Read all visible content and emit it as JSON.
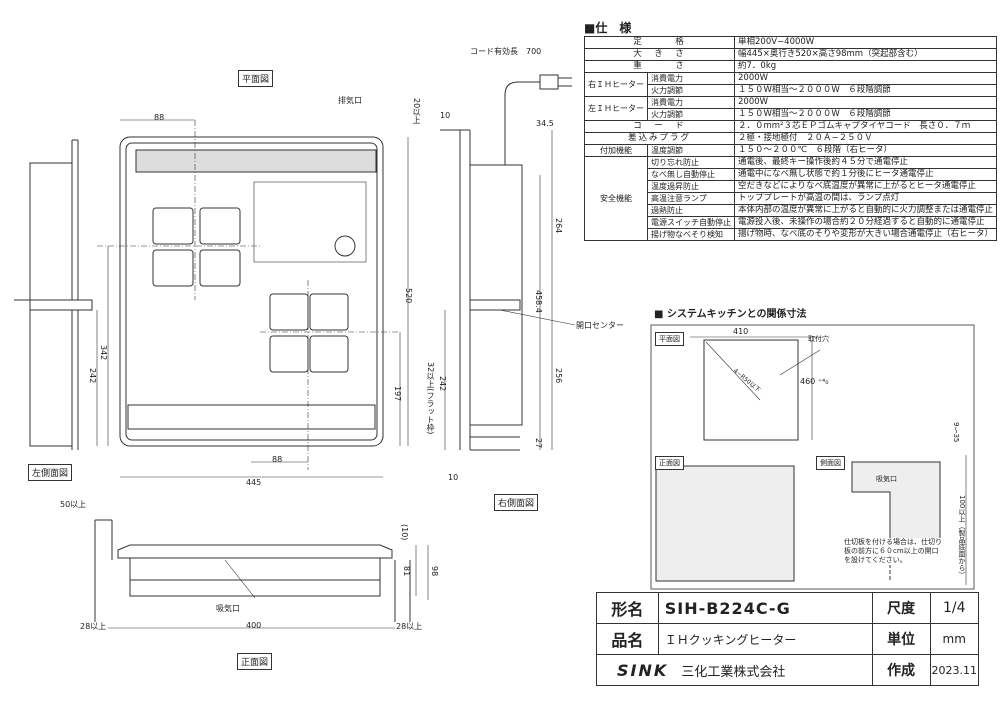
{
  "views": {
    "plan": "平面図",
    "left_side": "左側面図",
    "right_side": "右側面図",
    "front": "正面図"
  },
  "labels": {
    "exhaust": "排気口",
    "intake": "吸気口",
    "cord_length": "コード有効長　700",
    "opening_center": "開口センター",
    "flat_frame": "32以上(フラット枠)"
  },
  "dimensions": {
    "plan_88_top": "88",
    "plan_88_bottom": "88",
    "plan_445": "445",
    "plan_520": "520",
    "plan_342": "342",
    "plan_242": "242",
    "plan_197": "197",
    "right_20up": "20以上",
    "right_10_top": "10",
    "right_34_5": "34.5",
    "right_264": "264",
    "right_458_4": "458.4",
    "right_256": "256",
    "right_27": "27",
    "right_242": "242",
    "right_10_bottom": "10",
    "front_50up": "50以上",
    "front_10": "(10)",
    "front_81": "81",
    "front_98": "98",
    "front_28up_left": "28以上",
    "front_28up_right": "28以上",
    "front_400": "400"
  },
  "spec": {
    "heading": "■仕　様",
    "rows": [
      {
        "key": "定　　　格",
        "val": "単相200V−4000W"
      },
      {
        "key": "大　き　さ",
        "val": "幅445×奥行き520×高さ98mm（突起部含む）"
      },
      {
        "key": "重　　　さ",
        "val": "約7．0kg"
      }
    ],
    "right_ih": {
      "label": "右ＩＨヒーター",
      "p_label": "消費電力",
      "p_val": "2000W",
      "c_label": "火力調節",
      "c_val": "１５０W相当〜２０００W　６段階調節"
    },
    "left_ih": {
      "label": "左ＩＨヒーター",
      "p_label": "消費電力",
      "p_val": "2000W",
      "c_label": "火力調節",
      "c_val": "１５０W相当〜２０００W　６段階調節"
    },
    "cord": {
      "key": "コ　ー　ド",
      "val": "２．０mm²３芯ＥＰゴムキャブタイヤコード　長さ０．７ｍ"
    },
    "plug": {
      "key": "差込みプラグ",
      "val": "２極・接地極付　２０Ａ−２５０Ｖ"
    },
    "extra": {
      "group": "付加機能",
      "key": "温度調節",
      "val": "１５０〜２００℃　６段階（右ヒータ）"
    },
    "safety_group": "安全機能",
    "safety": [
      {
        "key": "切り忘れ防止",
        "val": "通電後、最終キー操作後約４５分で通電停止"
      },
      {
        "key": "なべ無し自動停止",
        "val": "通電中になべ無し状態で約１分後にヒータ通電停止"
      },
      {
        "key": "温度過昇防止",
        "val": "空だきなどによりなべ底温度が異常に上がるとヒータ通電停止"
      },
      {
        "key": "高温注意ランプ",
        "val": "トッププレートが高温の間は、ランプ点灯"
      },
      {
        "key": "過熱防止",
        "val": "本体内部の温度が異常に上がると自動的に火力調整または通電停止"
      },
      {
        "key": "電源スイッチ自動停止",
        "val": "電源投入後、未操作の場合約２０分経過すると自動的に通電停止"
      },
      {
        "key": "揚げ物なべそり検知",
        "val": "揚げ物時、なべ底のそりや変形が大きい場合通電停止（右ヒータ）"
      }
    ]
  },
  "kitchen": {
    "heading": "■ システムキッチンとの関係寸法",
    "plan": "平面図",
    "front": "正面図",
    "side": "側面図",
    "dim_410": "410",
    "dim_460": "460 ⁺⁴₀",
    "corner": "4−R50以下",
    "mount_hole": "取付穴",
    "intake": "吸気口",
    "dim_9_35": "9〜35",
    "dim_100": "100以上（製品底面から）",
    "note": "仕切板を付ける場合は、仕切り板の前方に６０cm以上の開口を設けてください。"
  },
  "title_block": {
    "model_label": "形名",
    "model": "SIH-B224C-G",
    "scale_label": "尺度",
    "scale": "1/4",
    "product_label": "品名",
    "product": "ＩＨクッキングヒーター",
    "unit_label": "単位",
    "unit": "mm",
    "logo": "SINK",
    "company": "三化工業株式会社",
    "made_label": "作成",
    "date": "2023.11"
  }
}
